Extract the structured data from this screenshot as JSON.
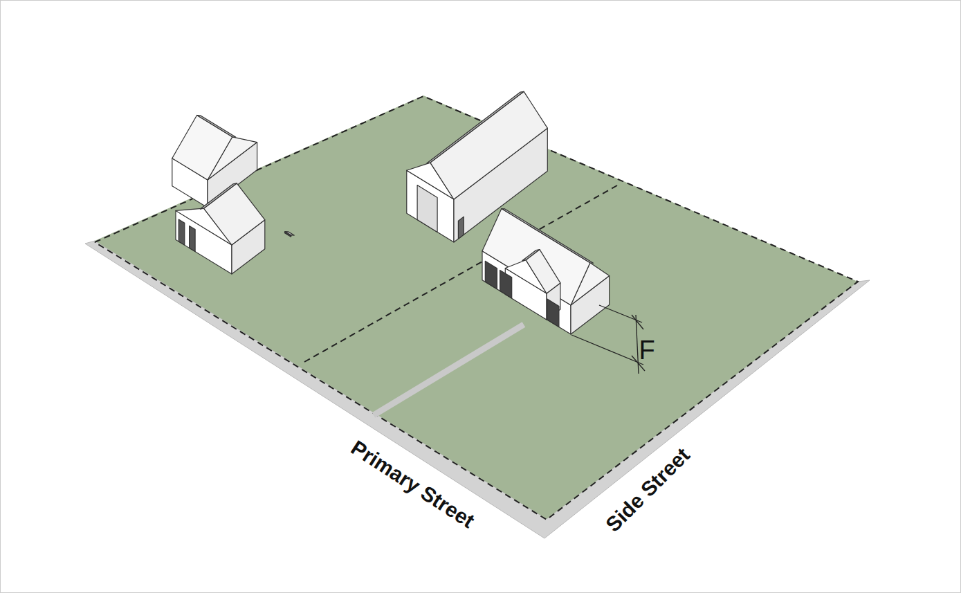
{
  "diagram": {
    "labels": [
      "F",
      "Primary Street",
      "Side Street"
    ]
  }
}
